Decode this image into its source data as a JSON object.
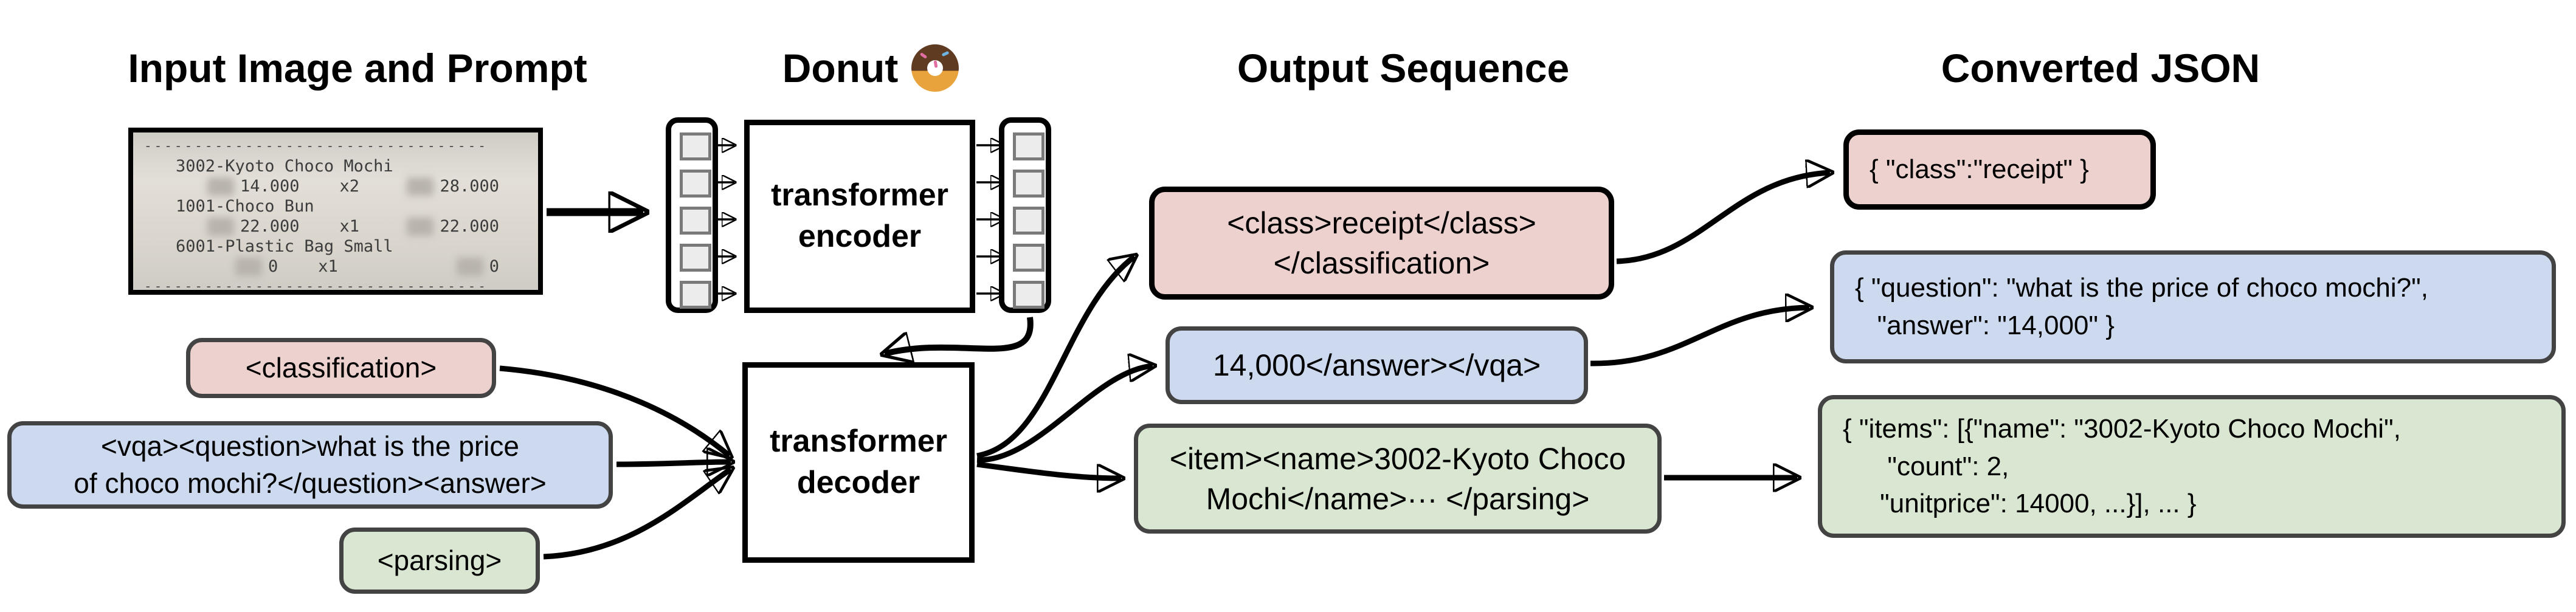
{
  "titles": {
    "input": "Input Image and Prompt",
    "model": "Donut",
    "output": "Output Sequence",
    "json": "Converted JSON"
  },
  "model_icon": "donut-icon",
  "receipt": {
    "divider": "----------------------------------",
    "items": [
      {
        "name": "3002-Kyoto Choco Mochi",
        "unit": "14.000",
        "qty": "x2",
        "total": "28.000"
      },
      {
        "name": "1001-Choco Bun",
        "unit": "22.000",
        "qty": "x1",
        "total": "22.000"
      },
      {
        "name": "6001-Plastic Bag Small",
        "unit": "0",
        "qty": "x1",
        "total": "0"
      }
    ]
  },
  "encoder": {
    "label": "transformer\nencoder"
  },
  "decoder": {
    "label": "transformer\ndecoder"
  },
  "prompts": {
    "classification": "<classification>",
    "vqa": "<vqa><question>what is the price\nof choco mochi?</question><answer>",
    "parsing": "<parsing>"
  },
  "outputs": {
    "classification": "<class>receipt</class>\n</classification>",
    "vqa": "14,000</answer></vqa>",
    "parsing": "<item><name>3002-Kyoto Choco\nMochi</name>··· </parsing>"
  },
  "converted_json": {
    "classification": "{ \"class\":\"receipt\" }",
    "vqa": "{ \"question\": \"what is the price of choco mochi?\",\n   \"answer\": \"14,000\" }",
    "parsing": "{ \"items\": [{\"name\": \"3002-Kyoto Choco Mochi\",\n      \"count\": 2,\n     \"unitprice\": 14000, ...}], ... }"
  },
  "colors": {
    "classification_fill": "#ecd1ce",
    "vqa_fill": "#cdd9ee",
    "parsing_fill": "#d9e6d1",
    "box_border": "#434343",
    "arrow": "#000000"
  }
}
